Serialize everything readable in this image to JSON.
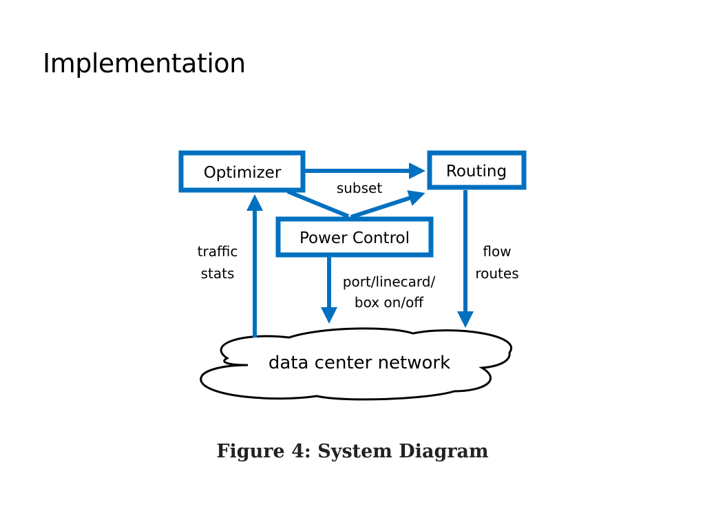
{
  "slide": {
    "title": "Implementation"
  },
  "diagram": {
    "accent_color": "#0070c0",
    "nodes": {
      "optimizer": "Optimizer",
      "routing": "Routing",
      "power_control": "Power Control",
      "network": "data center network"
    },
    "edges": {
      "subset": "subset",
      "traffic_stats": [
        "traffic",
        "stats"
      ],
      "flow_routes": [
        "flow",
        "routes"
      ],
      "port_control": [
        "port/linecard/",
        "box on/off"
      ]
    }
  },
  "caption": "Figure 4:  System Diagram"
}
